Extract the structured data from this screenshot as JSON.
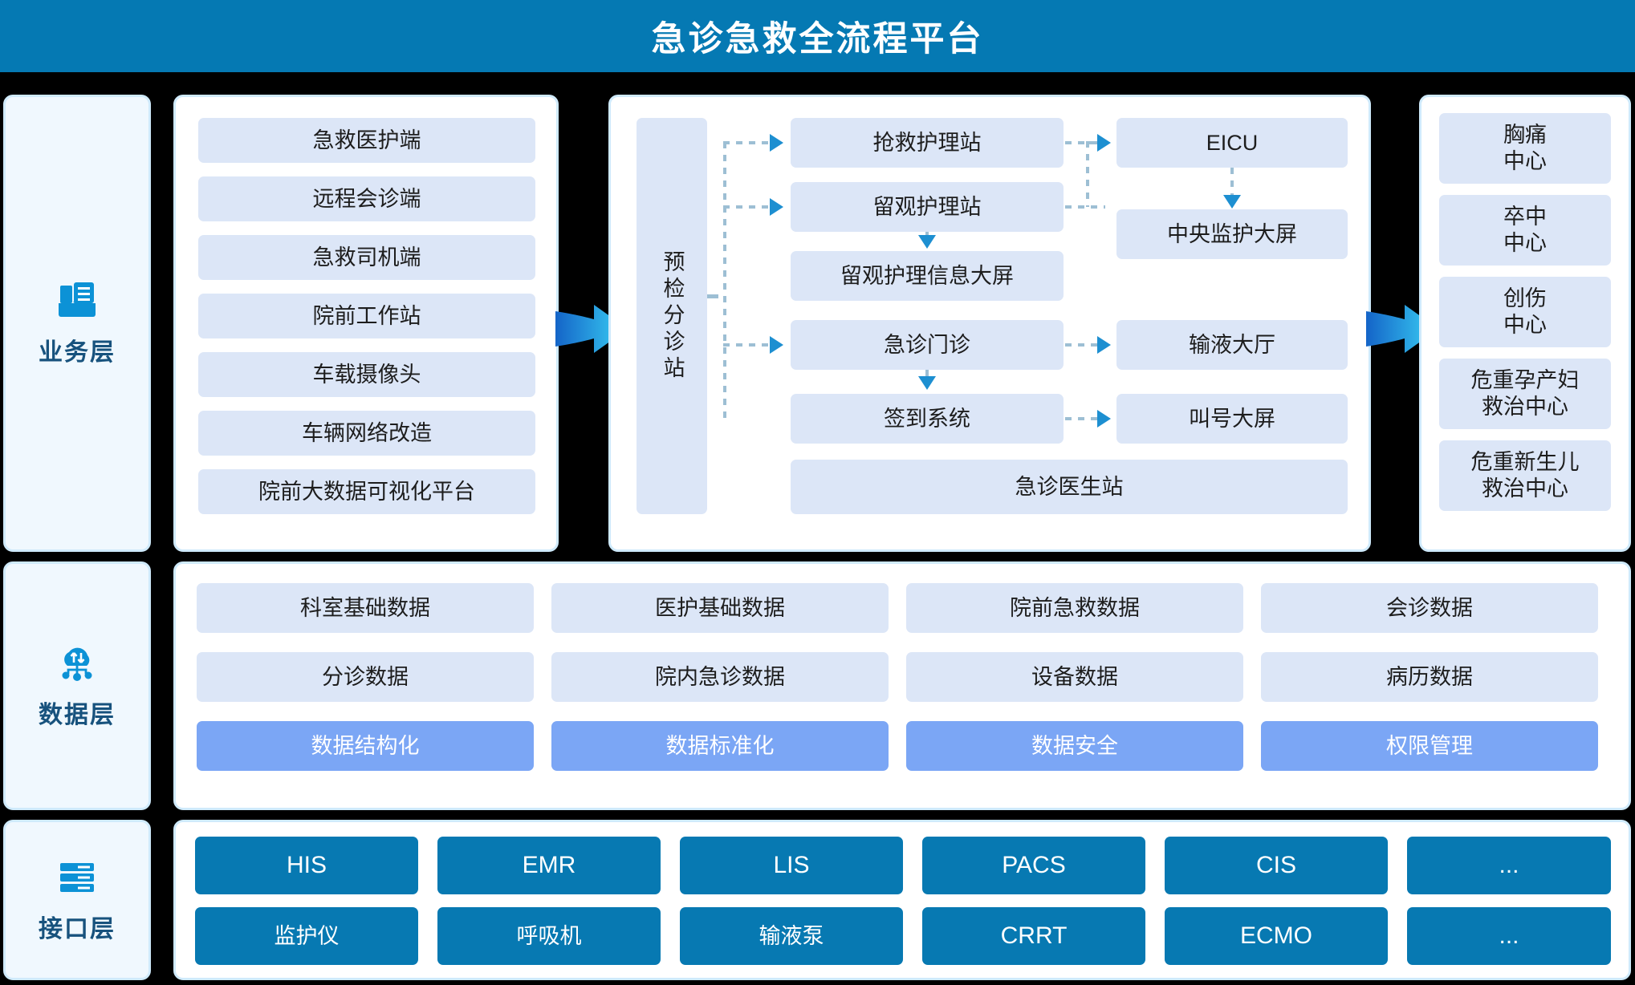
{
  "header": {
    "title": "急诊急救全流程平台"
  },
  "layers": [
    {
      "id": "business",
      "label": "业务层",
      "icon": "inbox-document-icon"
    },
    {
      "id": "data",
      "label": "数据层",
      "icon": "cloud-sync-icon"
    },
    {
      "id": "interface",
      "label": "接口层",
      "icon": "server-rack-icon"
    }
  ],
  "business_layer": {
    "prehospital": {
      "items": [
        "急救医护端",
        "远程会诊端",
        "急救司机端",
        "院前工作站",
        "车载摄像头",
        "车辆网络改造",
        "院前大数据可视化平台"
      ]
    },
    "inhospital": {
      "triage": "预检分诊站",
      "middle_column": [
        "抢救护理站",
        "留观护理站",
        "留观护理信息大屏",
        "急诊门诊",
        "签到系统"
      ],
      "right_column": [
        "EICU",
        "中央监护大屏",
        "输液大厅",
        "叫号大屏"
      ],
      "full_width": "急诊医生站",
      "flows": [
        {
          "from": "预检分诊站",
          "to": "抢救护理站"
        },
        {
          "from": "预检分诊站",
          "to": "留观护理站"
        },
        {
          "from": "预检分诊站",
          "to": "急诊门诊"
        },
        {
          "from": "抢救护理站",
          "to": "EICU"
        },
        {
          "from": "留观护理站",
          "to": "EICU"
        },
        {
          "from": "留观护理站",
          "to": "留观护理信息大屏"
        },
        {
          "from": "EICU",
          "to": "中央监护大屏"
        },
        {
          "from": "急诊门诊",
          "to": "输液大厅"
        },
        {
          "from": "急诊门诊",
          "to": "签到系统"
        },
        {
          "from": "签到系统",
          "to": "叫号大屏"
        }
      ]
    },
    "centers": {
      "items": [
        {
          "line1": "胸痛",
          "line2": "中心"
        },
        {
          "line1": "卒中",
          "line2": "中心"
        },
        {
          "line1": "创伤",
          "line2": "中心"
        },
        {
          "line1": "危重孕产妇",
          "line2": "救治中心"
        },
        {
          "line1": "危重新生儿",
          "line2": "救治中心"
        }
      ]
    }
  },
  "data_layer": {
    "rows": [
      {
        "accent": false,
        "items": [
          "科室基础数据",
          "医护基础数据",
          "院前急救数据",
          "会诊数据"
        ]
      },
      {
        "accent": false,
        "items": [
          "分诊数据",
          "院内急诊数据",
          "设备数据",
          "病历数据"
        ]
      },
      {
        "accent": true,
        "items": [
          "数据结构化",
          "数据标准化",
          "数据安全",
          "权限管理"
        ]
      }
    ]
  },
  "interface_layer": {
    "rows": [
      {
        "items": [
          "HIS",
          "EMR",
          "LIS",
          "PACS",
          "CIS",
          "..."
        ]
      },
      {
        "items": [
          "监护仪",
          "呼吸机",
          "输液泵",
          "CRRT",
          "ECMO",
          "..."
        ]
      }
    ]
  },
  "colors": {
    "header_blue": "#0579b3",
    "panel_border": "#cfeafb",
    "chip_fill": "#dce6f7",
    "chip_accent": "#7ba6f5",
    "solid_blue": "#0779b2",
    "layer_card_fill": "#f0f8fe",
    "layer_text": "#17527d",
    "connector": "#9dbfd4",
    "arrow_head": "#1d8fd1",
    "background": "#000000"
  }
}
